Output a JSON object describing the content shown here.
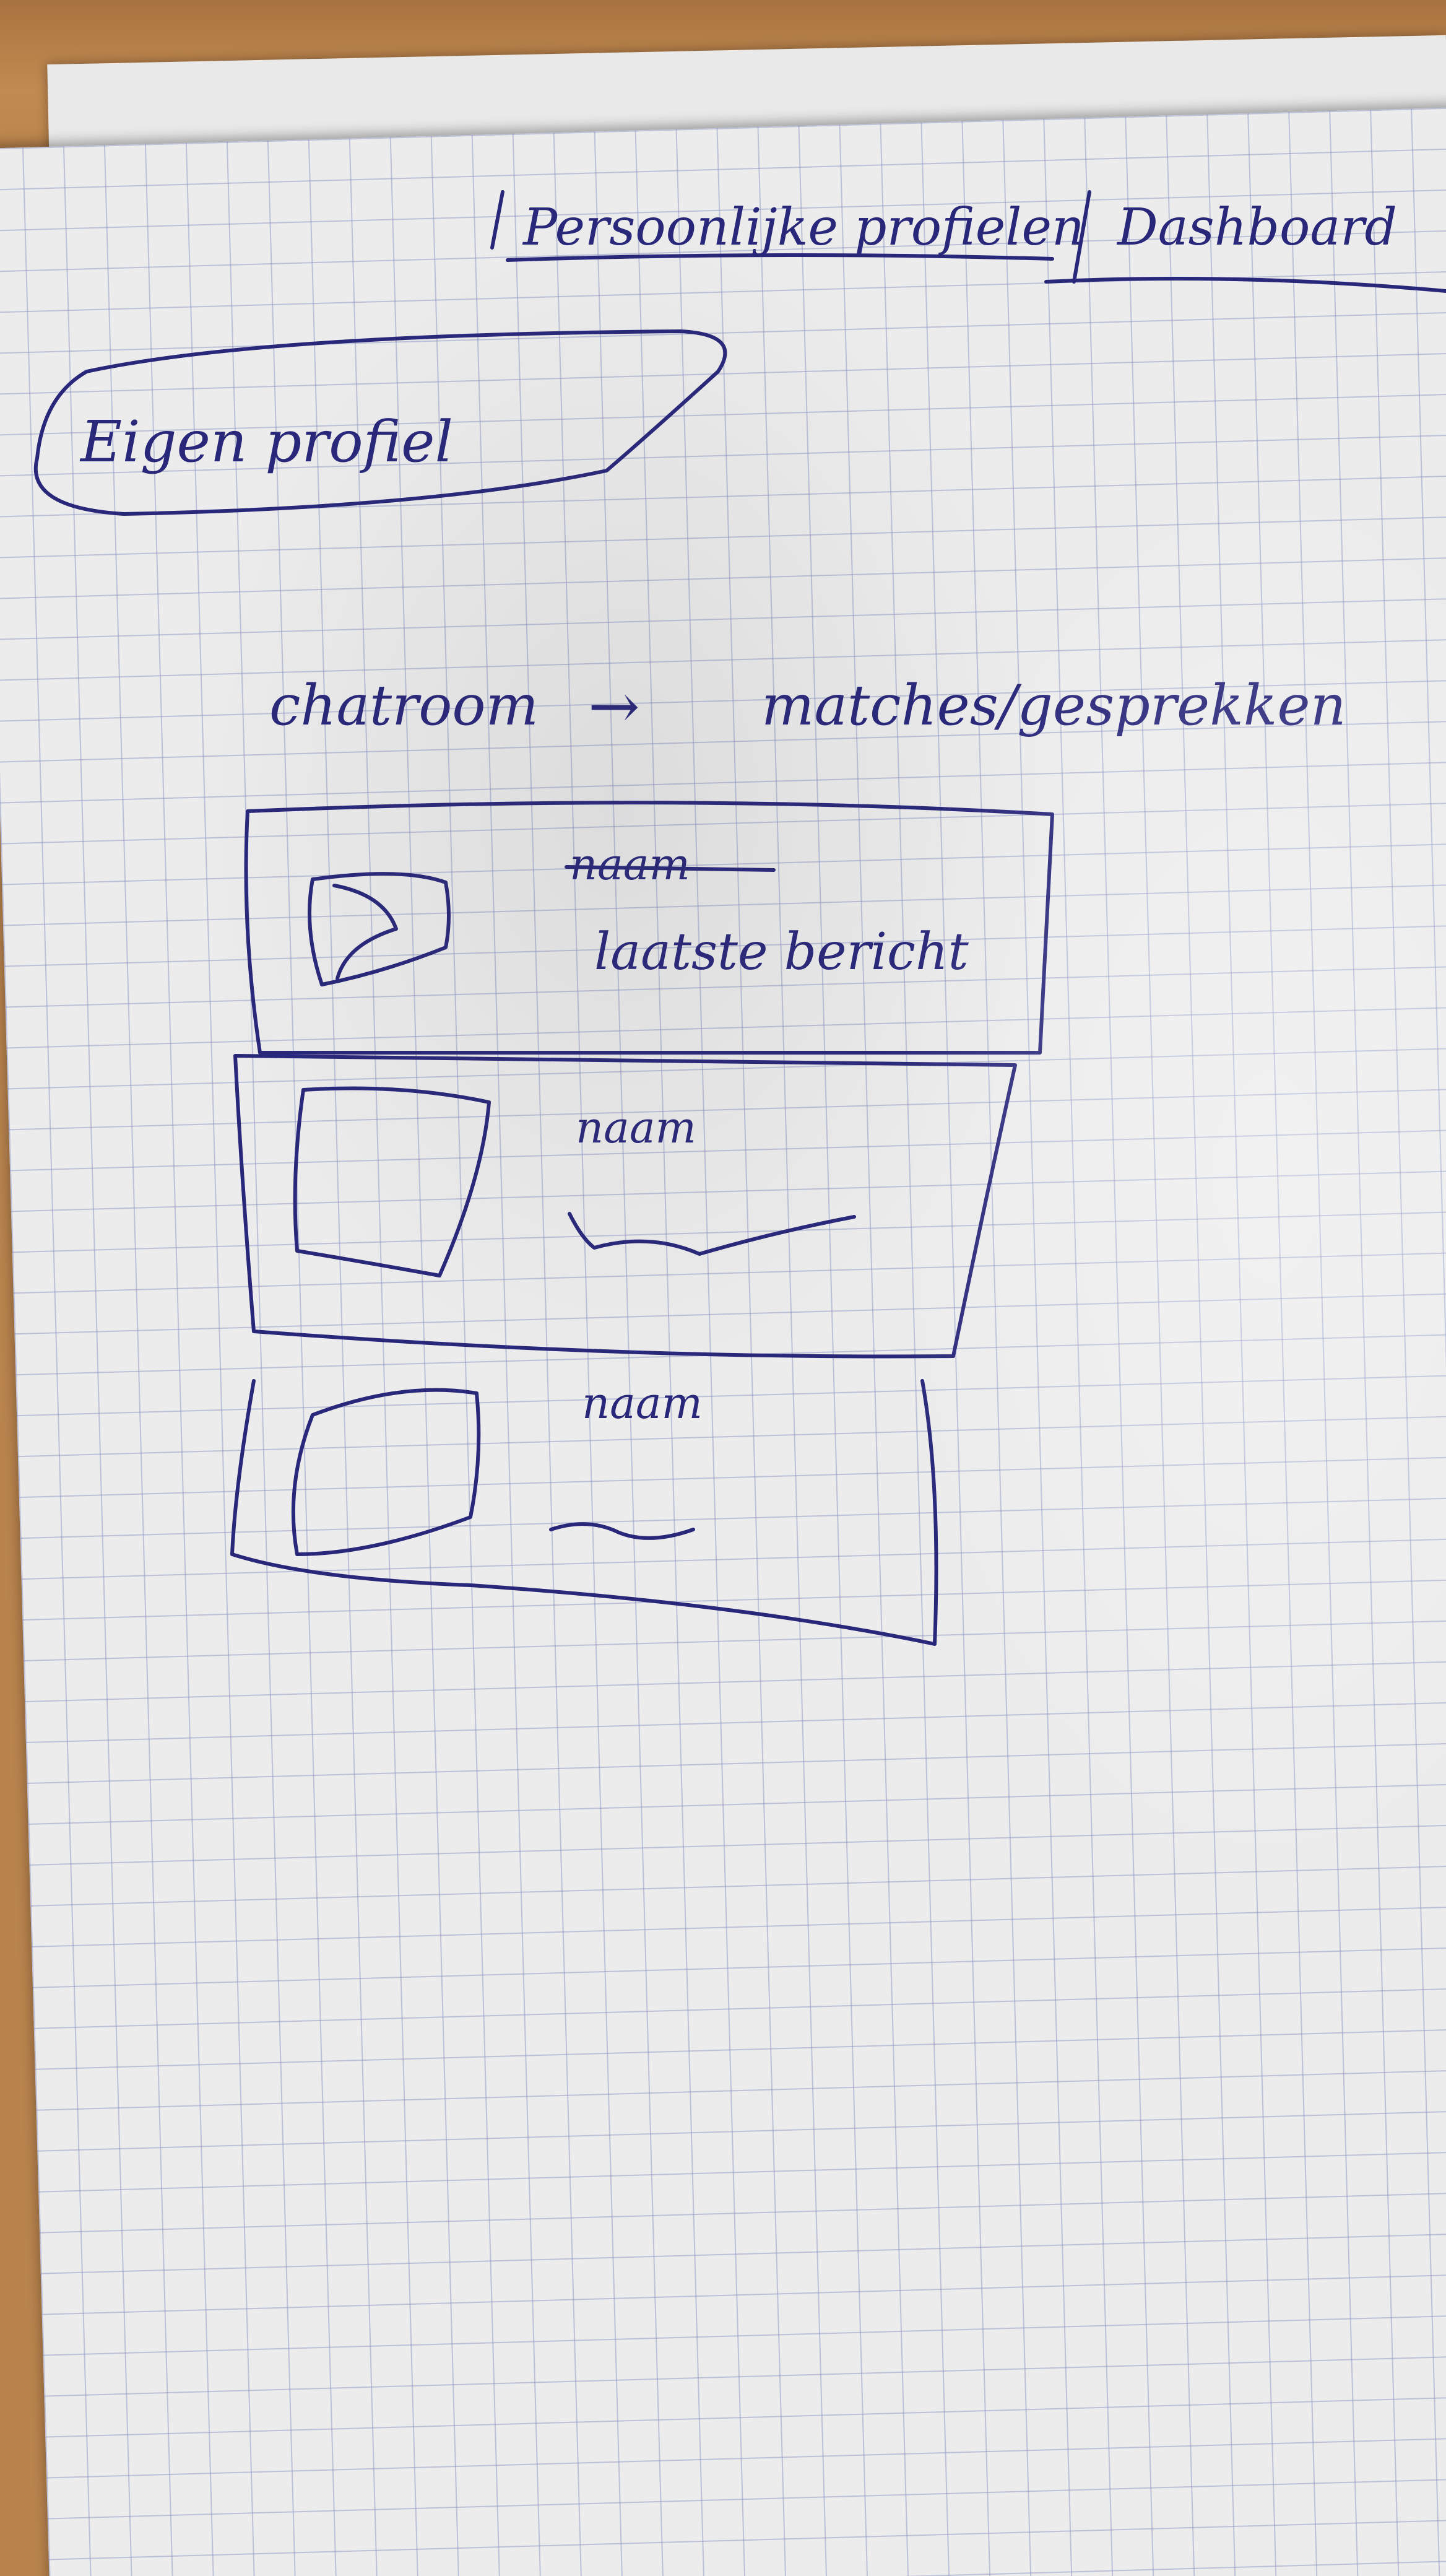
{
  "header": {
    "tab_1": "Persoonlijke profielen",
    "tab_2": "Dashboard"
  },
  "pill_button": {
    "label": "Eigen profiel"
  },
  "chatroom": {
    "label": "chatroom",
    "arrow": "→",
    "target": "matches/gesprekken"
  },
  "chat_list": [
    {
      "name": "naam",
      "last_message": "laatste bericht"
    },
    {
      "name": "naam",
      "last_message": ""
    },
    {
      "name": "naam",
      "last_message": ""
    }
  ]
}
